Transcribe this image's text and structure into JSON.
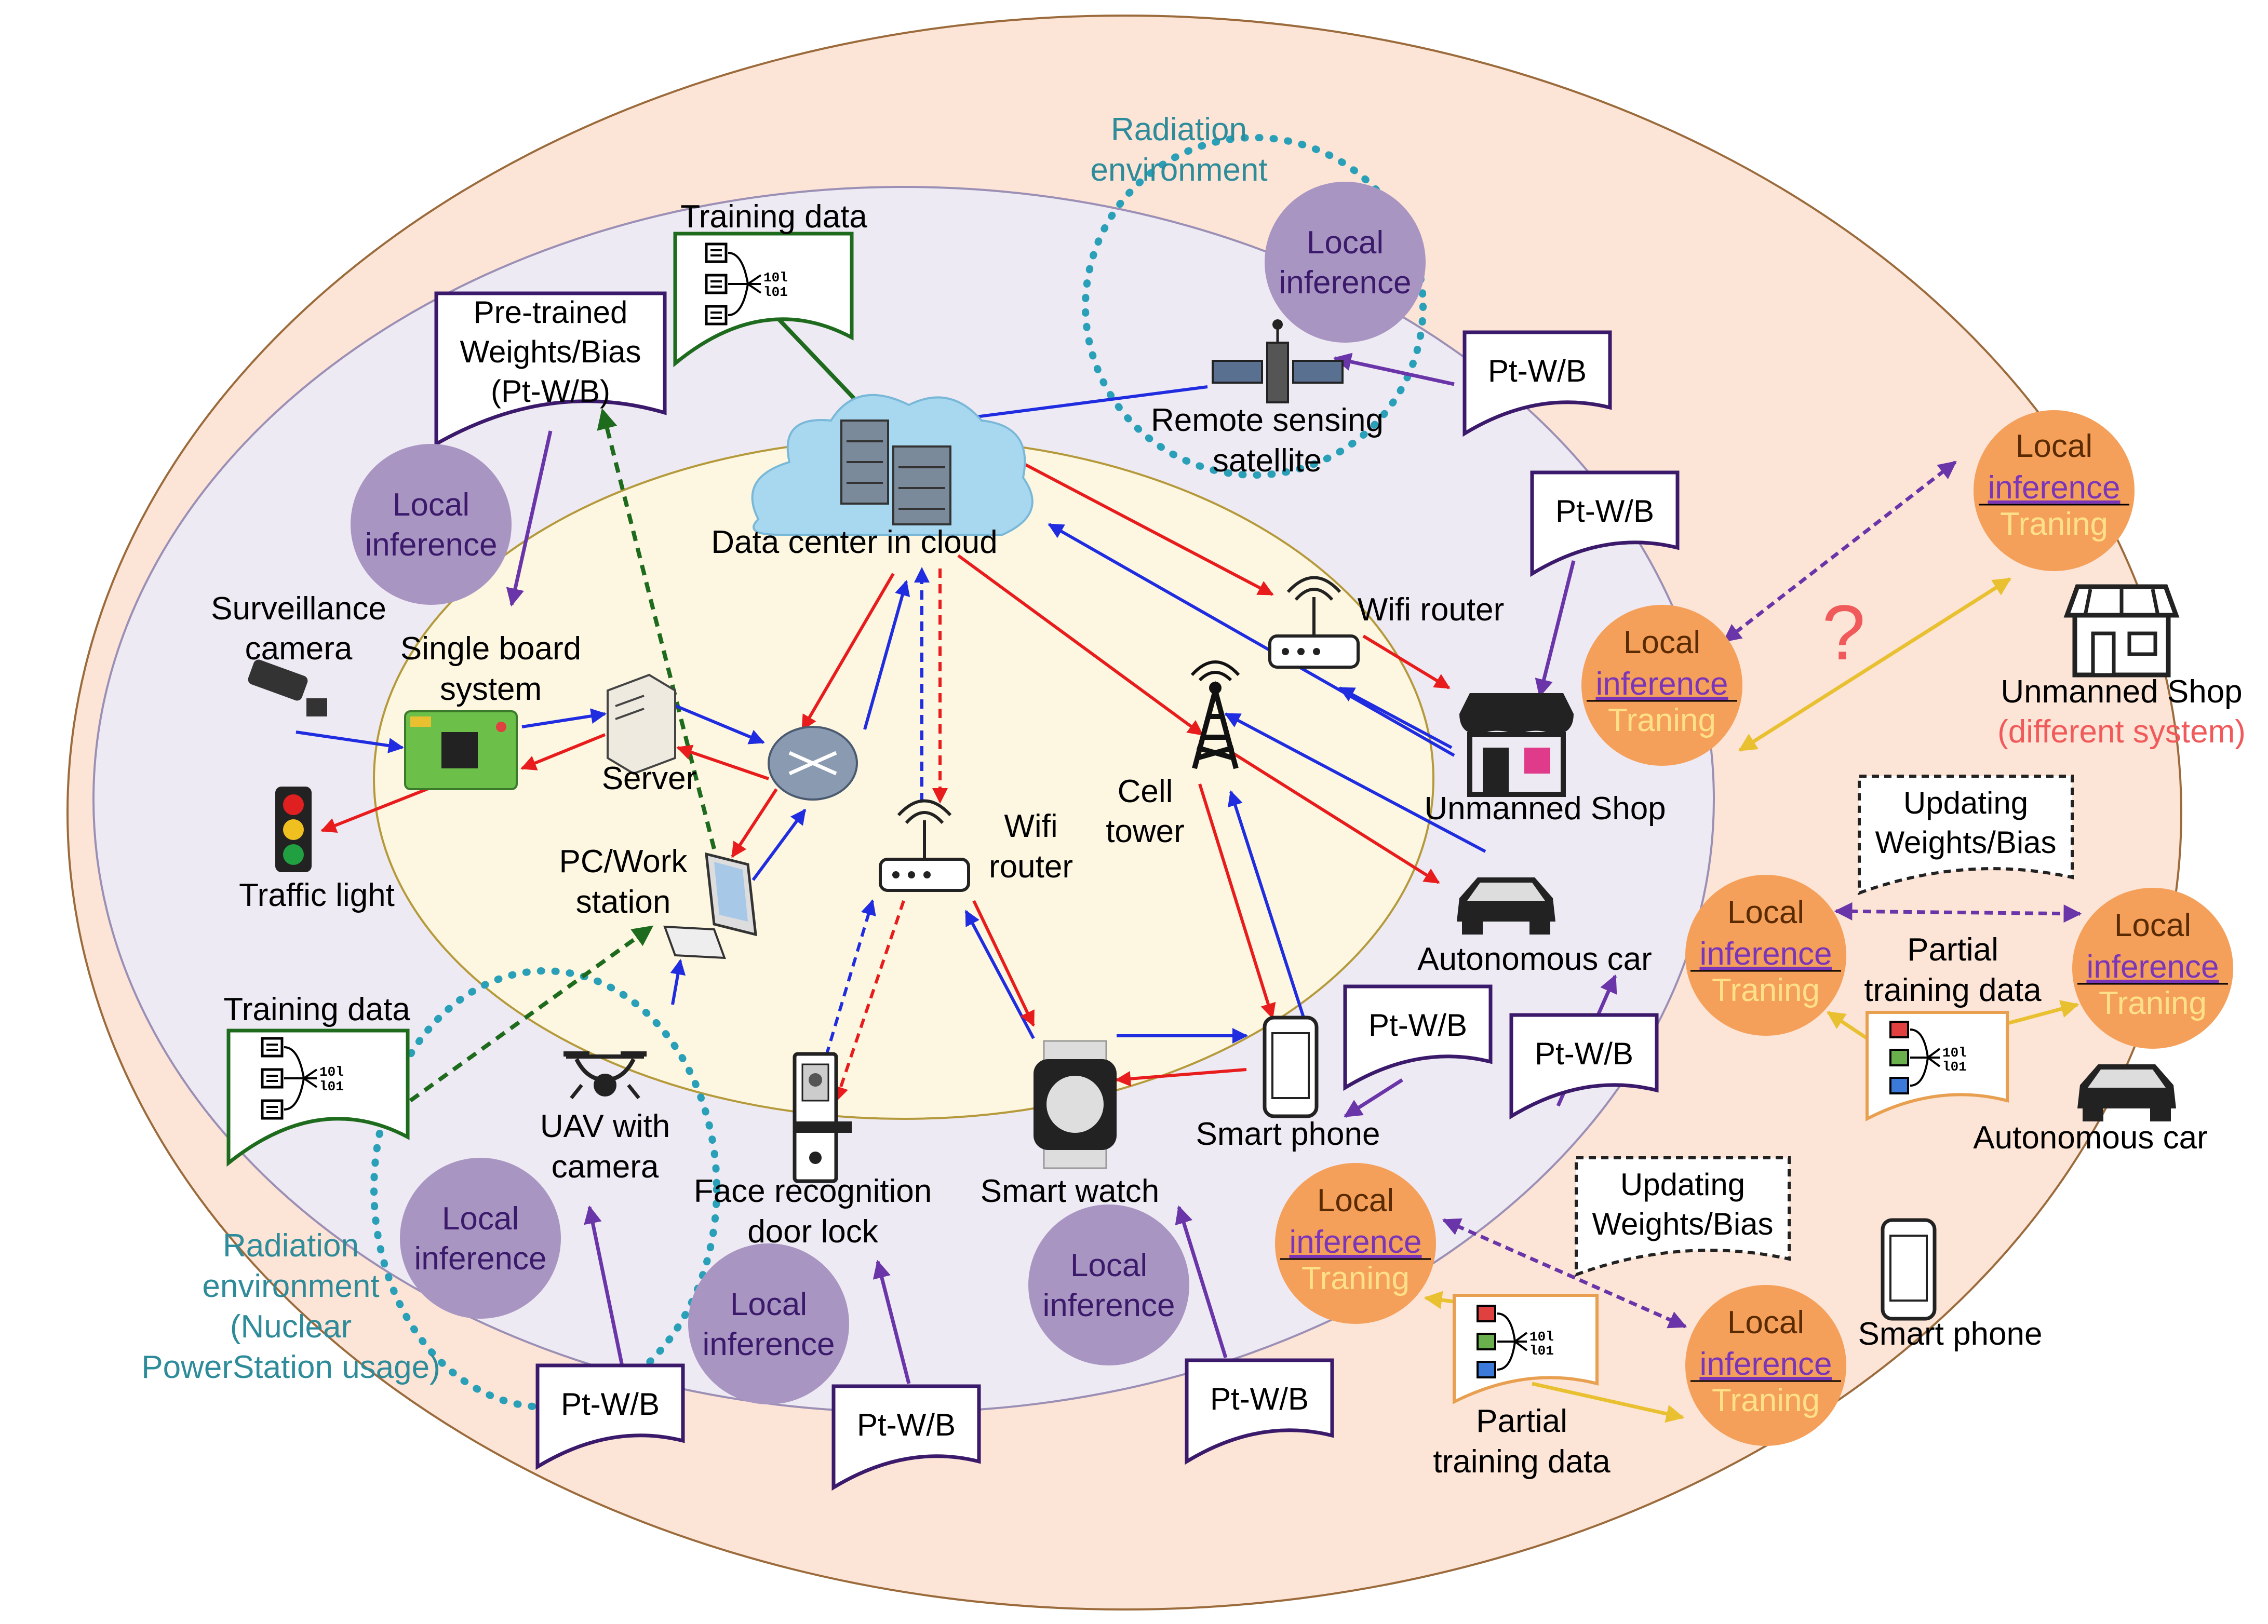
{
  "labels": {
    "training_data_top": "Training data",
    "training_data_left": "Training data",
    "data_center": "Data center in cloud",
    "remote_sensing_1": "Remote sensing",
    "remote_sensing_2": "satellite",
    "radiation_top_1": "Radiation",
    "radiation_top_2": "environment",
    "radiation_left_1": "Radiation",
    "radiation_left_2": "environment",
    "radiation_left_3": "(Nuclear",
    "radiation_left_4": "PowerStation usage)",
    "surveillance_1": "Surveillance",
    "surveillance_2": "camera",
    "sbs_1": "Single board",
    "sbs_2": "system",
    "server": "Server",
    "traffic_light": "Traffic light",
    "pc_1": "PC/Work",
    "pc_2": "station",
    "wifi_center_1": "Wifi",
    "wifi_center_2": "router",
    "wifi_right": "Wifi router",
    "cell_1": "Cell",
    "cell_2": "tower",
    "unmanned_shop": "Unmanned Shop",
    "autonomous_car": "Autonomous car",
    "smart_phone": "Smart phone",
    "uav_1": "UAV with",
    "uav_2": "camera",
    "face_1": "Face recognition",
    "face_2": "door lock",
    "smart_watch": "Smart watch",
    "unmanned_shop_far_1": "Unmanned Shop",
    "unmanned_shop_far_2": "(different system)",
    "partial_1a": "Partial",
    "partial_1b": "training data",
    "partial_2a": "Partial",
    "partial_2b": "training data",
    "autonomous_car_far": "Autonomous car",
    "smart_phone_far": "Smart phone",
    "question_mark": "?"
  },
  "docs": {
    "pretrained_1": "Pre-trained",
    "pretrained_2": "Weights/Bias",
    "pretrained_3": "(Pt-W/B)",
    "ptwb": "Pt-W/B",
    "updating_1": "Updating",
    "updating_2": "Weights/Bias"
  },
  "circles": {
    "local": "Local",
    "inference": "inference",
    "training": "Traning"
  },
  "colors": {
    "outer_ellipse": "#fce4d6",
    "middle_ellipse": "#eeeaf3",
    "inner_ellipse": "#fdf6e0",
    "purple_circle": "#a995c2",
    "orange_circle": "#f5a05a",
    "red_arrow": "#e81c1c",
    "blue_arrow": "#1f2ce0",
    "green_arrow": "#1e6b1e",
    "purple_arrow": "#6a35a8",
    "yellow_arrow": "#e8c030",
    "radiation_text": "#2e8b9a",
    "question_mark": "#f05a5a"
  }
}
